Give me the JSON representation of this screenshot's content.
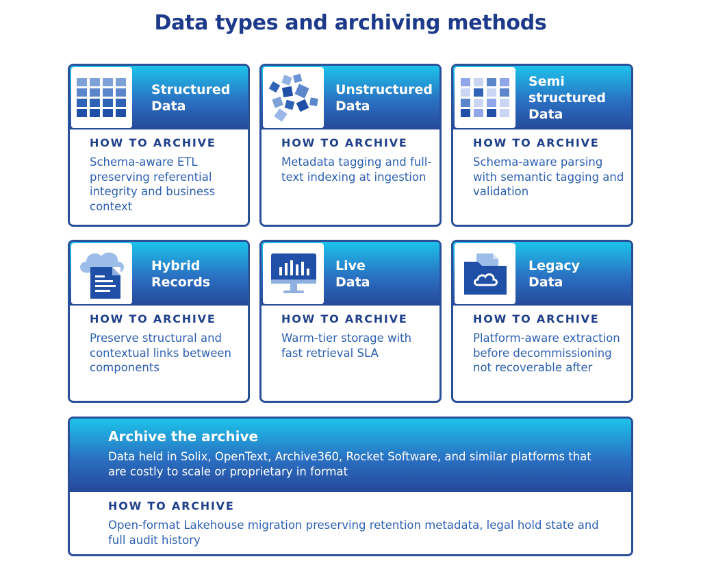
{
  "title": "Data types and archiving methods",
  "how_label": "HOW TO ARCHIVE",
  "cards": [
    {
      "title": "Structured\nData",
      "icon": "table-grid-icon",
      "text": "Schema-aware ETL preserving referential integrity and business context"
    },
    {
      "title": "Unstructured\nData",
      "icon": "scattered-squares-icon",
      "text": "Metadata tagging and full-text indexing at ingestion"
    },
    {
      "title": "Semi\nstructured\nData",
      "icon": "mixed-grid-icon",
      "text": "Schema-aware parsing with semantic tagging and validation"
    },
    {
      "title": "Hybrid\nRecords",
      "icon": "cloud-document-icon",
      "text": "Preserve structural and contextual links between components"
    },
    {
      "title": "Live\nData",
      "icon": "monitor-chart-icon",
      "text": "Warm-tier storage with fast retrieval SLA"
    },
    {
      "title": "Legacy\nData",
      "icon": "cloud-folder-icon",
      "text": "Platform-aware extraction before decommissioning not recoverable after"
    }
  ],
  "archive": {
    "title": "Archive the archive",
    "subtitle": "Data held in Solix, OpenText, Archive360, Rocket Software, and similar platforms that are costly to scale or proprietary in format",
    "label": "HOW TO ARCHIVE",
    "text": "Open-format Lakehouse migration preserving retention metadata, legal hold state and full audit history"
  },
  "colors": {
    "dark_blue": "#1e3f8a",
    "text_blue": "#2c5fb0",
    "cyan": "#1cc3ea",
    "border": "#2a4f99"
  }
}
